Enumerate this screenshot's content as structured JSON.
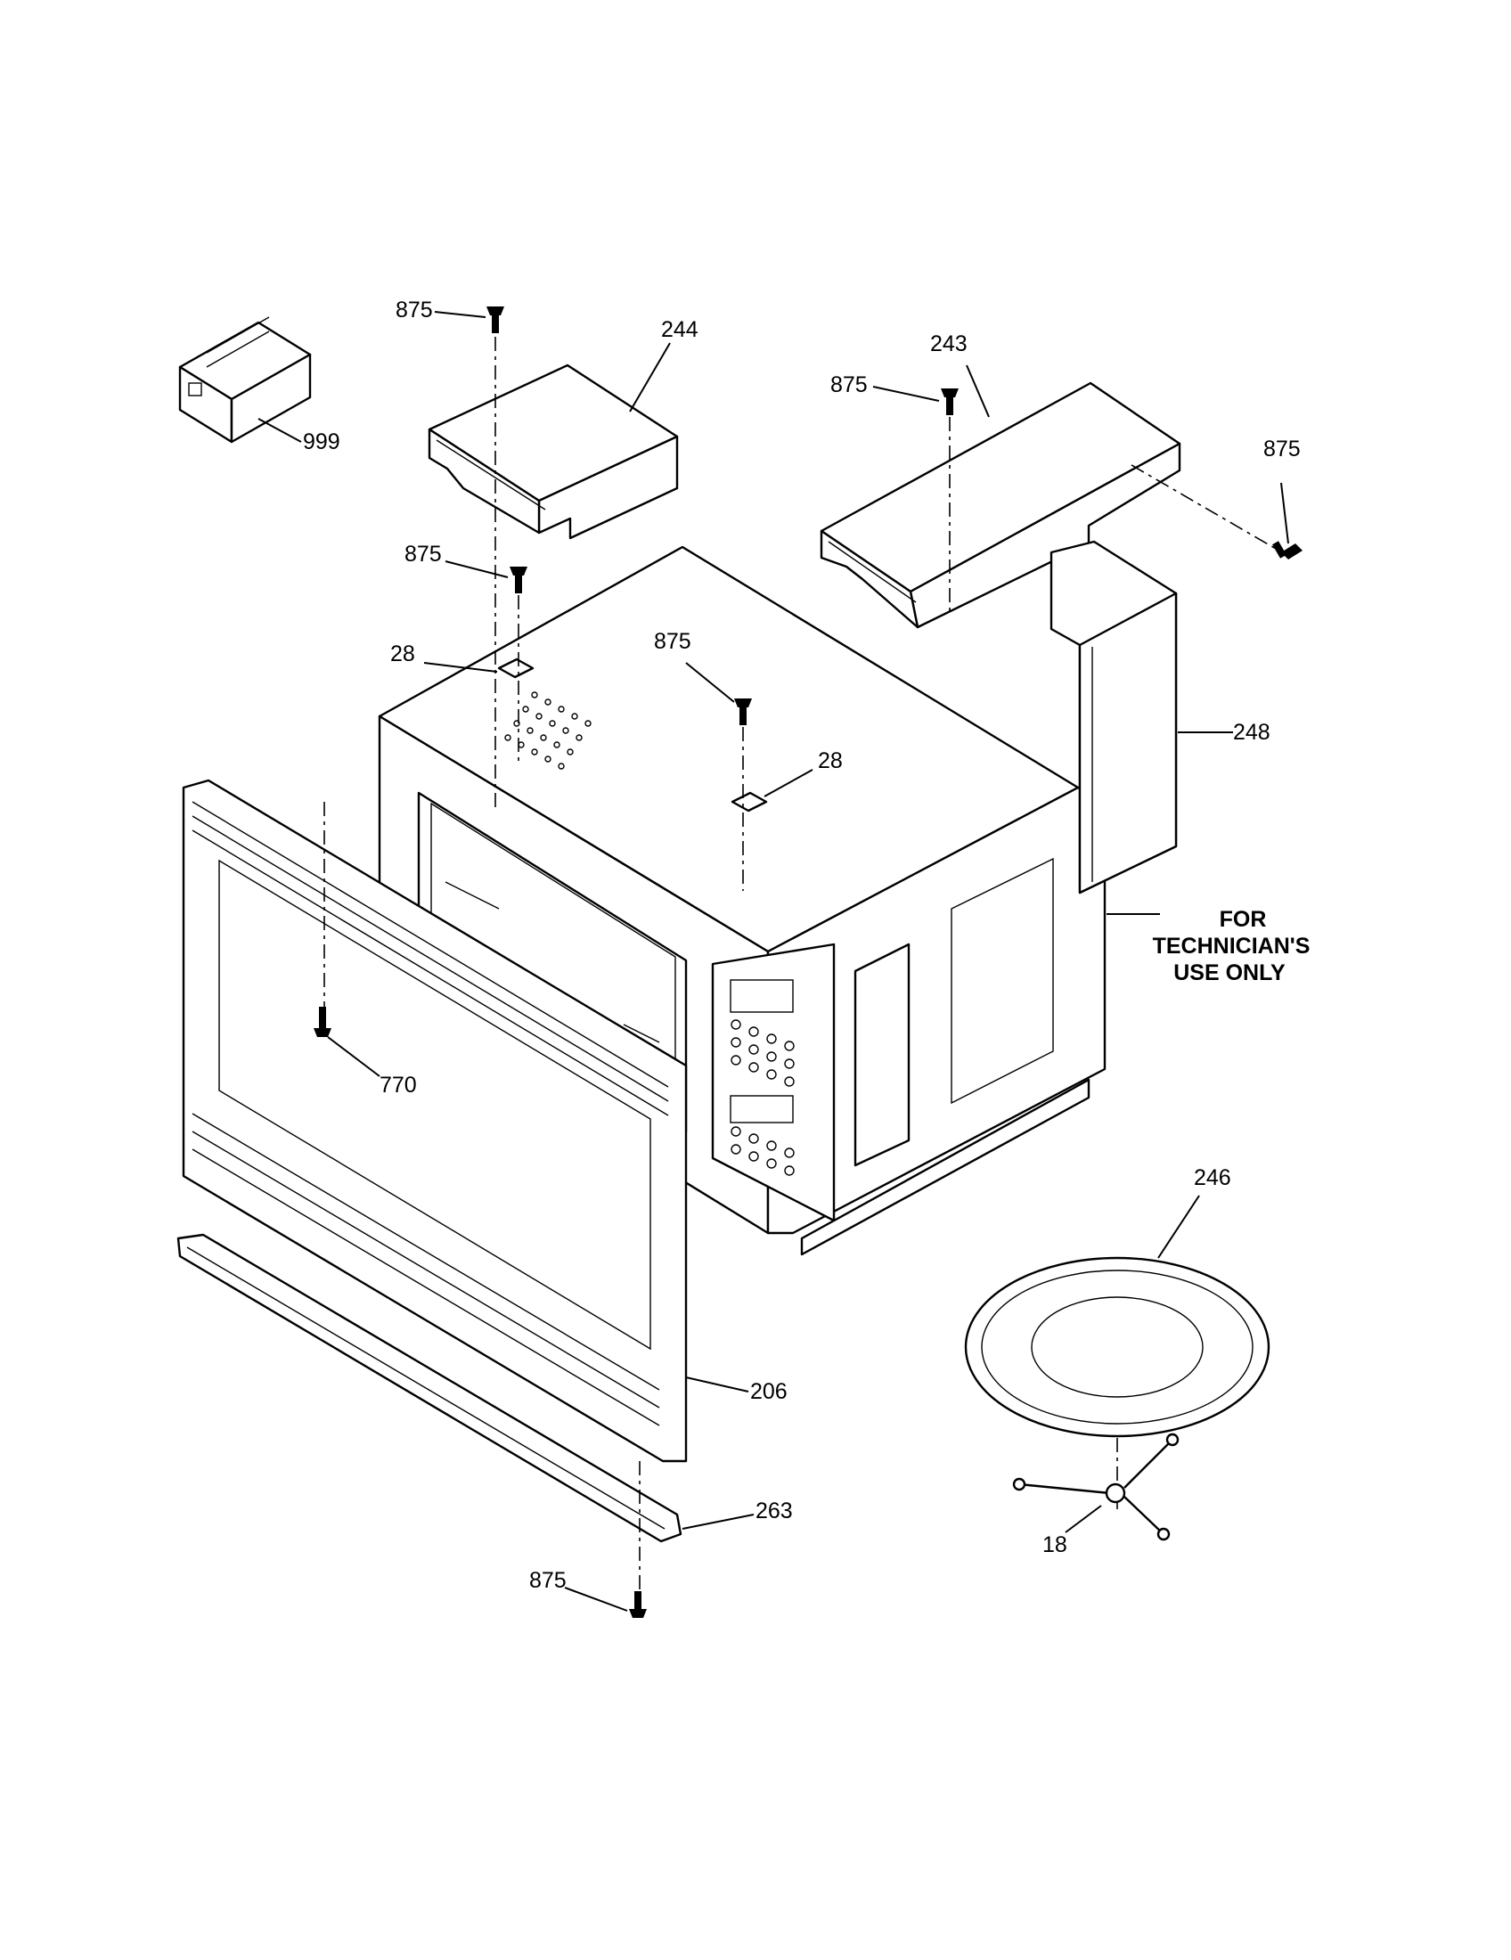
{
  "labels": {
    "box": "999",
    "cover_left": "244",
    "cover_right": "243",
    "screw_top_left": "875",
    "screw_cover_right": "875",
    "screw_far_right": "875",
    "screw_mid_left": "875",
    "screw_center": "875",
    "bracket_left": "28",
    "bracket_right": "28",
    "side_panel": "248",
    "frame": "206",
    "screw_frame": "770",
    "bottom_trim": "263",
    "screw_bottom": "875",
    "turntable": "246",
    "roller": "18"
  },
  "note": {
    "line1": "FOR",
    "line2": "TECHNICIAN'S",
    "line3": "USE ONLY"
  }
}
